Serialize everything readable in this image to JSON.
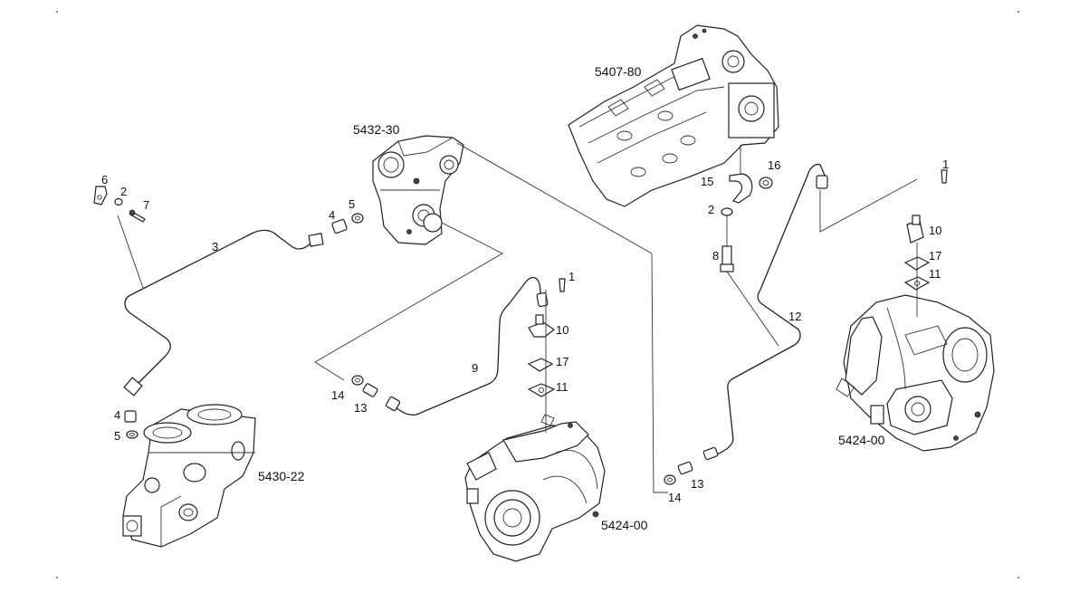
{
  "diagram": {
    "assemblies": {
      "a5407_80": "5407-80",
      "a5432_30": "5432-30",
      "a5430_22": "5430-22",
      "a5424_00_center": "5424-00",
      "a5424_00_right": "5424-00"
    },
    "callouts": {
      "c6": "6",
      "c2a": "2",
      "c7": "7",
      "c3": "3",
      "c4a": "4",
      "c5a": "5",
      "c4b": "4",
      "c5b": "5",
      "c1a": "1",
      "c10a": "10",
      "c17a": "17",
      "c11a": "11",
      "c9": "9",
      "c14a": "14",
      "c13a": "13",
      "c16": "16",
      "c15": "15",
      "c2b": "2",
      "c8": "8",
      "c1b": "1",
      "c10b": "10",
      "c17b": "17",
      "c11b": "11",
      "c12": "12",
      "c13b": "13",
      "c14b": "14"
    }
  }
}
